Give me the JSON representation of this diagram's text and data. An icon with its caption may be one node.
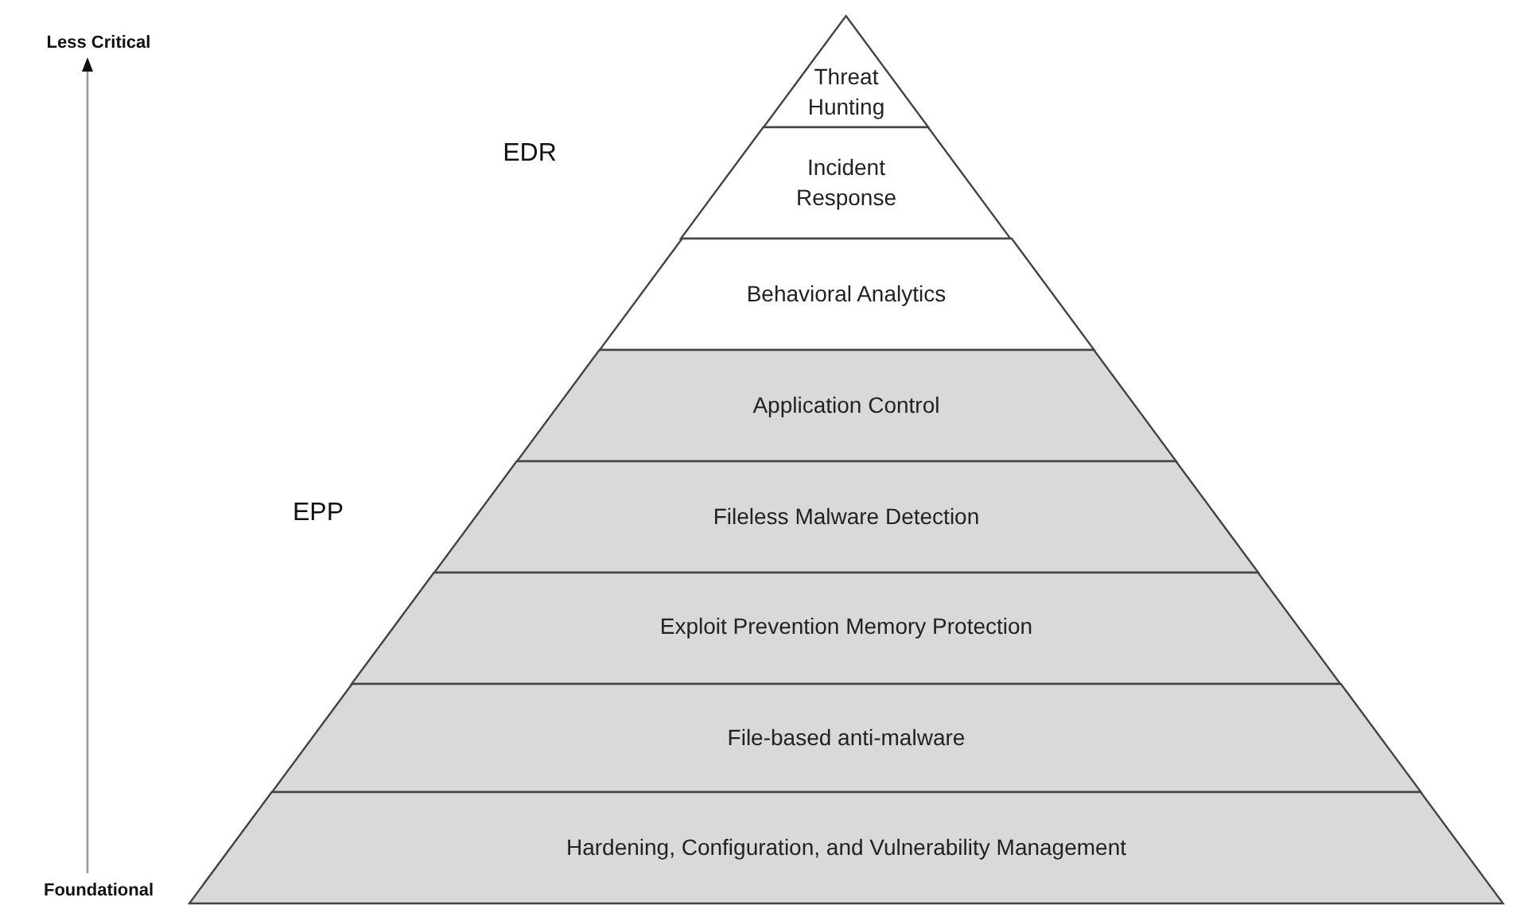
{
  "diagram": {
    "nodes": [
      {
        "text": [
          "Threat Hunting"
        ]
      },
      {
        "text": [
          "Incident Response"
        ]
      },
      {
        "text": [
          "Behavioral Analytics"
        ]
      },
      {
        "text": [
          "Application Control"
        ]
      },
      {
        "text": [
          "Fileless Malware Detection"
        ]
      },
      {
        "text": [
          "Exploit Prevention Memory Protection"
        ]
      },
      {
        "text": [
          "File-based anti-malware"
        ]
      },
      {
        "text": [
          "Hardening, Configuration, and Vulnerability Management"
        ]
      }
    ],
    "edges": [],
    "labels": [
      "Less Critical",
      "EDR",
      "EPP",
      "Foundational"
    ]
  }
}
